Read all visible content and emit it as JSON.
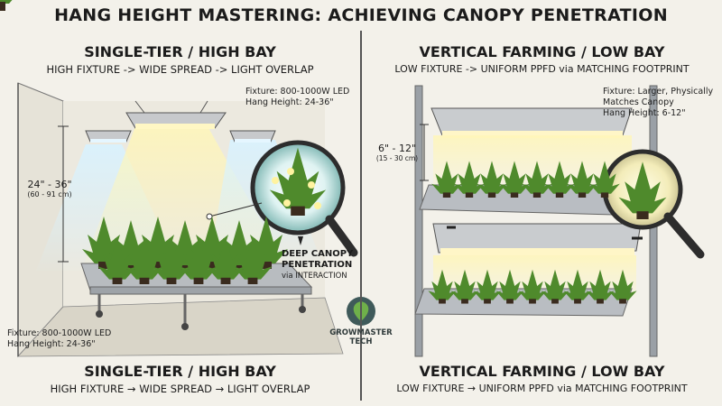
{
  "header": {
    "title": "HANG HEIGHT MASTERING: ACHIEVING CANOPY PENETRATION"
  },
  "left": {
    "title_top": "SINGLE-TIER / HIGH BAY",
    "sub_top": "HIGH FIXTURE -> WIDE SPREAD -> LIGHT OVERLAP",
    "note_top": [
      "Fixture: 800-1000W LED",
      "Hang Height: 24-36\""
    ],
    "dimension": {
      "main": "24\" - 36\"",
      "cm": "(60 - 91 cm)"
    },
    "callout": {
      "line1": "DEEP CANOPY",
      "line2": "PENETRATION",
      "line3": "via INTERACTION"
    },
    "note_bottom": [
      "Fixture: 800-1000W LED",
      "Hang Height: 24-36\""
    ],
    "title_bottom": "SINGLE-TIER / HIGH BAY",
    "sub_bottom": "HIGH FIXTURE → WIDE SPREAD → LIGHT OVERLAP"
  },
  "right": {
    "title_top": "VERTICAL FARMING / LOW BAY",
    "sub_top": "LOW FIXTURE -> UNIFORM PPFD via MATCHING FOOTPRINT",
    "note_top": [
      "Fixture: Larger, Physically",
      "Matches Canopy",
      "Hang Height: 6-12\""
    ],
    "dimension": {
      "main": "6\" - 12\"",
      "cm": "(15 - 30 cm)"
    },
    "title_bottom": "VERTICAL FARMING / LOW BAY",
    "sub_bottom": "LOW FIXTURE → UNIFORM PPFD via MATCHING FOOTPRINT"
  },
  "logo": {
    "line1": "GROWMASTER",
    "line2": "TECH"
  },
  "colors": {
    "plant": "#4f8a2c",
    "light": "#fff3b0",
    "frame": "#8a8f94",
    "text": "#1b1b1b"
  }
}
